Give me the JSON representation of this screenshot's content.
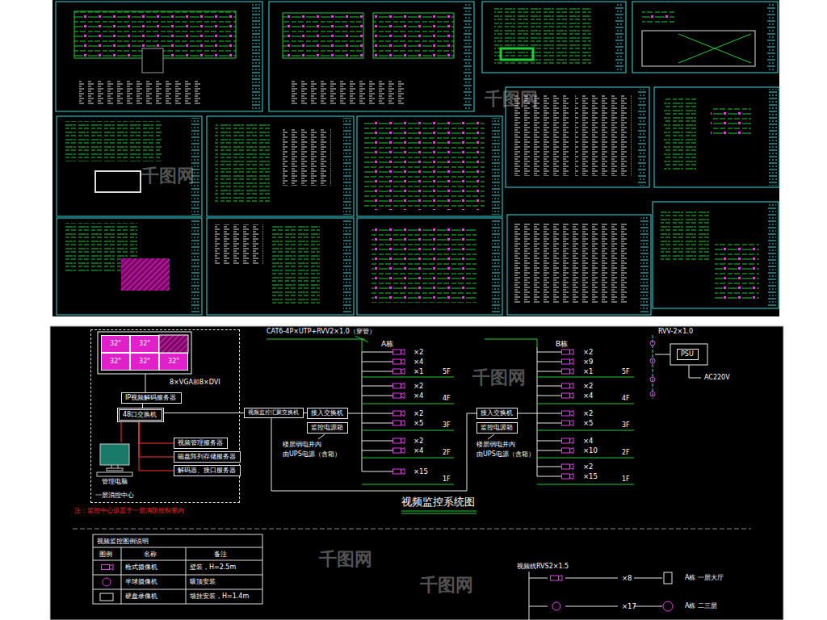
{
  "diagram": {
    "title": "视频监控系统图",
    "nodes": [
      {
        "text": [
          "一层消控中心"
        ]
      },
      {
        "text": [
          "32\""
        ],
        "in": 0
      },
      {
        "text": [
          "32\""
        ],
        "in": 0
      },
      {
        "text": [
          "32\""
        ],
        "in": 0
      },
      {
        "text": [
          "32\""
        ],
        "in": 0
      },
      {
        "text": [
          "32\""
        ],
        "in": 0
      },
      {
        "text": [
          "IP视频解码服务器"
        ],
        "in": 0
      },
      {
        "text": [
          "48口交换机"
        ],
        "in": 0
      },
      {
        "text": [
          "视频管理服务器"
        ],
        "in": 0
      },
      {
        "text": [
          "磁盘阵列存储服务器"
        ],
        "in": 0
      },
      {
        "text": [
          "解码器、接口服务器"
        ],
        "in": 0
      },
      {
        "text": [
          "管理电脑"
        ],
        "in": 0
      },
      {
        "text": [
          "视频监控汇聚交换机"
        ]
      },
      {
        "text": [
          "接入交换机"
        ]
      },
      {
        "text": [
          "监控电源箱"
        ]
      },
      {
        "text": [
          "接入交换机"
        ]
      },
      {
        "text": [
          "监控电源箱"
        ]
      },
      {
        "text": [
          "PSU"
        ]
      }
    ],
    "edges": [
      {
        "from": 6,
        "to": 7,
        "arrow": "none"
      },
      {
        "from": 7,
        "to": 8,
        "arrow": "none"
      },
      {
        "from": 7,
        "to": 9,
        "arrow": "none"
      },
      {
        "from": 7,
        "to": 10,
        "arrow": "none"
      },
      {
        "from": 7,
        "to": 11,
        "arrow": "none"
      },
      {
        "from": 7,
        "to": 12,
        "arrow": "none"
      },
      {
        "from": 12,
        "to": 13,
        "arrow": "none"
      },
      {
        "from": 12,
        "to": 15,
        "arrow": "none"
      }
    ],
    "labels": [
      "CAT6-4P×UTP+RVV2×1.0（穿管）",
      "8×VGA和8×DVI",
      "A栋",
      "B栋",
      "×2",
      "×4",
      "×1",
      "×2",
      "×4",
      "×2",
      "×5",
      "×2",
      "×4",
      "×15",
      "5F",
      "4F",
      "3F",
      "2F",
      "1F",
      "×2",
      "×9",
      "×1",
      "×2",
      "×4",
      "×2",
      "×5",
      "×4",
      "×10",
      "×2",
      "×15",
      "5F",
      "4F",
      "3F",
      "2F",
      "1F",
      "楼层弱电井内",
      "由UPS电源（含箱）",
      "楼层弱电井内",
      "由UPS电源（含箱）",
      "注：监控中心设置于一层消防控制室内",
      "RVV-2×1.0",
      "AC220V",
      "视频监控图例说明",
      "图例",
      "名称",
      "备注",
      "壁装，H=2.5m",
      "吸顶安装",
      "墙挂安装，H=1.4m",
      "视频线RVS2×1.5",
      "×8",
      "A栋 一层大厅",
      "×17",
      "A栋 二三层",
      "千图网",
      "千图网",
      "千图网",
      "千图网",
      "千图网"
    ],
    "legend": [
      {
        "text": "枪式摄像机"
      },
      {
        "text": "半球摄像机"
      },
      {
        "text": "硬盘录像机"
      }
    ]
  }
}
